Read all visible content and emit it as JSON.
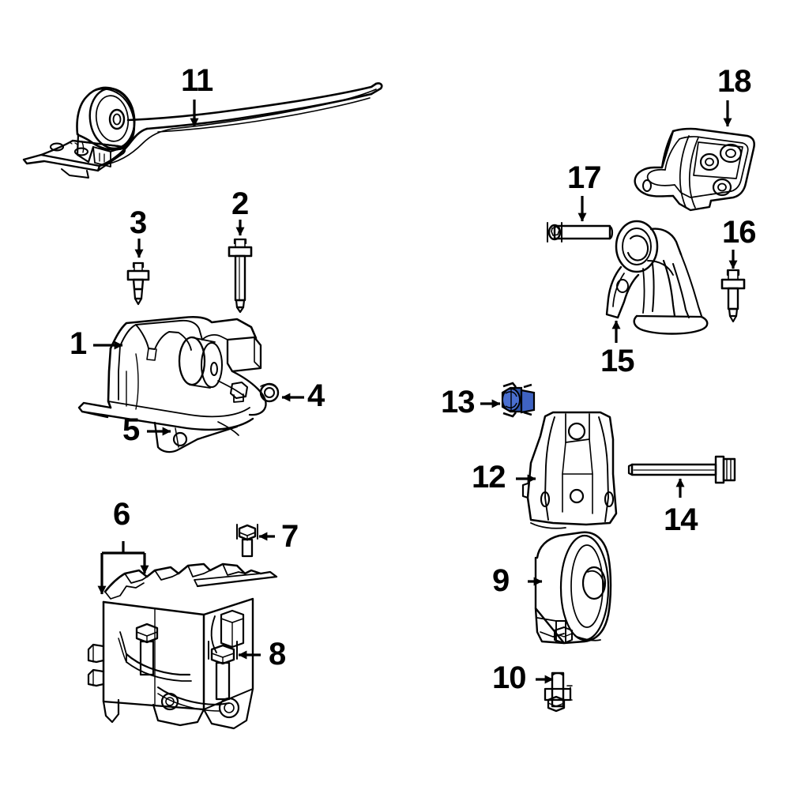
{
  "diagram": {
    "title": "Engine Mount Parts Exploded Diagram",
    "background_color": "#ffffff",
    "line_color": "#000000",
    "highlight_color": "#2f55ab",
    "highlight_color_light": "#4a6fd0",
    "callouts": [
      {
        "id": "1",
        "label": "1",
        "part": "engine-mount-bracket-left",
        "arrow": "right",
        "highlighted": false
      },
      {
        "id": "2",
        "label": "2",
        "part": "mount-bolt-long",
        "arrow": "down",
        "highlighted": false
      },
      {
        "id": "3",
        "label": "3",
        "part": "mount-bolt-short",
        "arrow": "down",
        "highlighted": false
      },
      {
        "id": "4",
        "label": "4",
        "part": "mount-stud-boss",
        "arrow": "left",
        "highlighted": false
      },
      {
        "id": "5",
        "label": "5",
        "part": "bracket-support-flange",
        "arrow": "right",
        "highlighted": false
      },
      {
        "id": "6",
        "label": "6",
        "part": "transmission-mount",
        "arrow": "down-fork",
        "highlighted": false
      },
      {
        "id": "7",
        "label": "7",
        "part": "hex-bolt-upper",
        "arrow": "left",
        "highlighted": false
      },
      {
        "id": "8",
        "label": "8",
        "part": "hex-bolt-lower",
        "arrow": "left",
        "highlighted": false
      },
      {
        "id": "9",
        "label": "9",
        "part": "rear-engine-mount-isolator",
        "arrow": "right",
        "highlighted": false
      },
      {
        "id": "10",
        "label": "10",
        "part": "mount-stud-pin",
        "arrow": "right",
        "highlighted": false
      },
      {
        "id": "11",
        "label": "11",
        "part": "front-mount-crossmember",
        "arrow": "down",
        "highlighted": false
      },
      {
        "id": "12",
        "label": "12",
        "part": "rear-mount-bracket",
        "arrow": "right",
        "highlighted": false
      },
      {
        "id": "13",
        "label": "13",
        "part": "flange-nut",
        "arrow": "right",
        "highlighted": true
      },
      {
        "id": "14",
        "label": "14",
        "part": "through-bolt-long",
        "arrow": "up",
        "highlighted": false
      },
      {
        "id": "15",
        "label": "15",
        "part": "engine-mount-support-arm",
        "arrow": "up",
        "highlighted": false
      },
      {
        "id": "16",
        "label": "16",
        "part": "mount-bolt-stud",
        "arrow": "down",
        "highlighted": false
      },
      {
        "id": "17",
        "label": "17",
        "part": "mount-through-pin",
        "arrow": "down",
        "highlighted": false
      },
      {
        "id": "18",
        "label": "18",
        "part": "engine-mount-bracket-right",
        "arrow": "down",
        "highlighted": false
      }
    ]
  }
}
